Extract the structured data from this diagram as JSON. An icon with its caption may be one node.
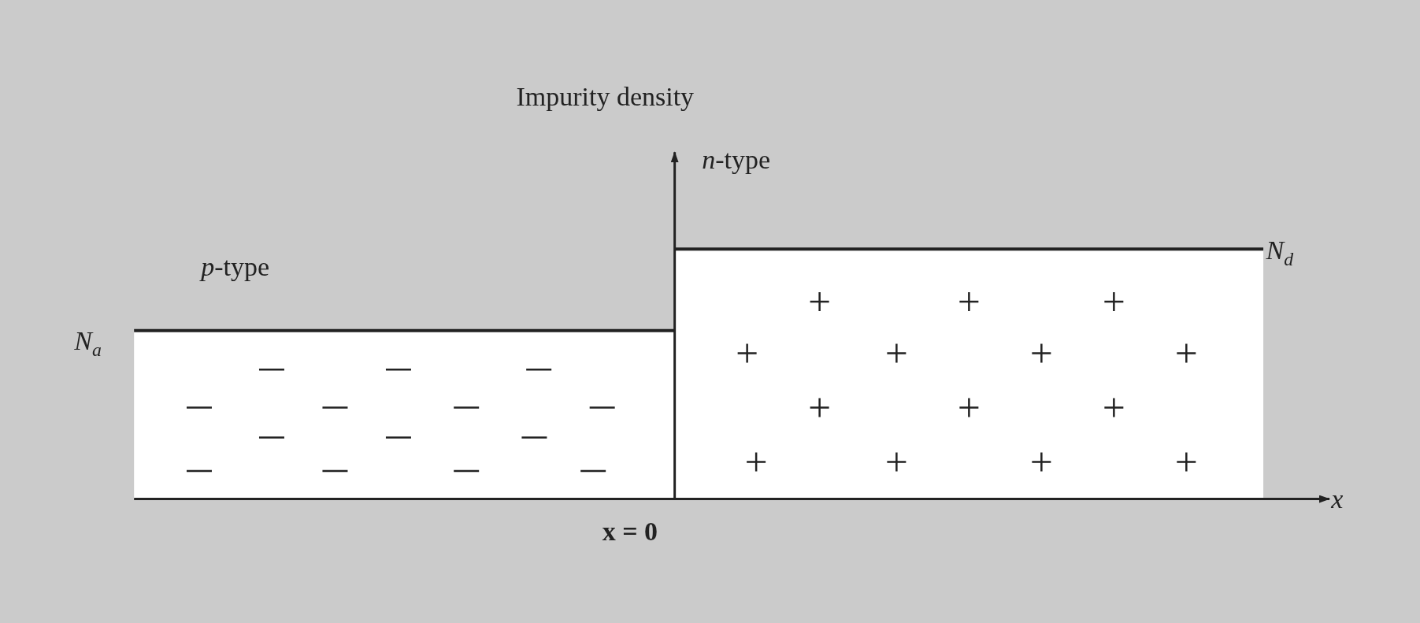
{
  "diagram": {
    "labels": [
      "Impurity density",
      "*n*-type",
      "*p*-type",
      "*N*$_{a}$",
      "*N*$_{d}$",
      "x",
      "x = 0"
    ]
  }
}
